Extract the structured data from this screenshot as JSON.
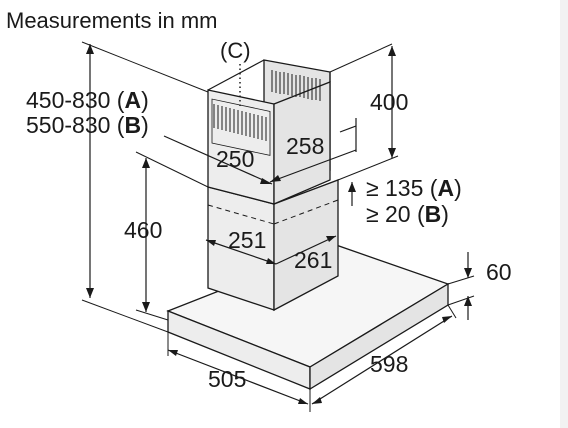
{
  "title": "Measurements in mm",
  "labels": {
    "C": "(C)",
    "A_height_num": "450-830 (",
    "A_letter": "A",
    "close_paren": ")",
    "B_height_num": "550-830 (",
    "B_letter": "B",
    "d400": "400",
    "d258": "258",
    "d250": "250",
    "d135_num": "≥ 135 (",
    "d20_num": "≥ 20 (",
    "d460": "460",
    "d251": "251",
    "d261": "261",
    "d60": "60",
    "d505": "505",
    "d598": "598"
  },
  "colors": {
    "line": "#1a1a1a",
    "face_front": "#ededed",
    "face_side": "#e4e4e4",
    "face_top": "#f6f6f6"
  }
}
